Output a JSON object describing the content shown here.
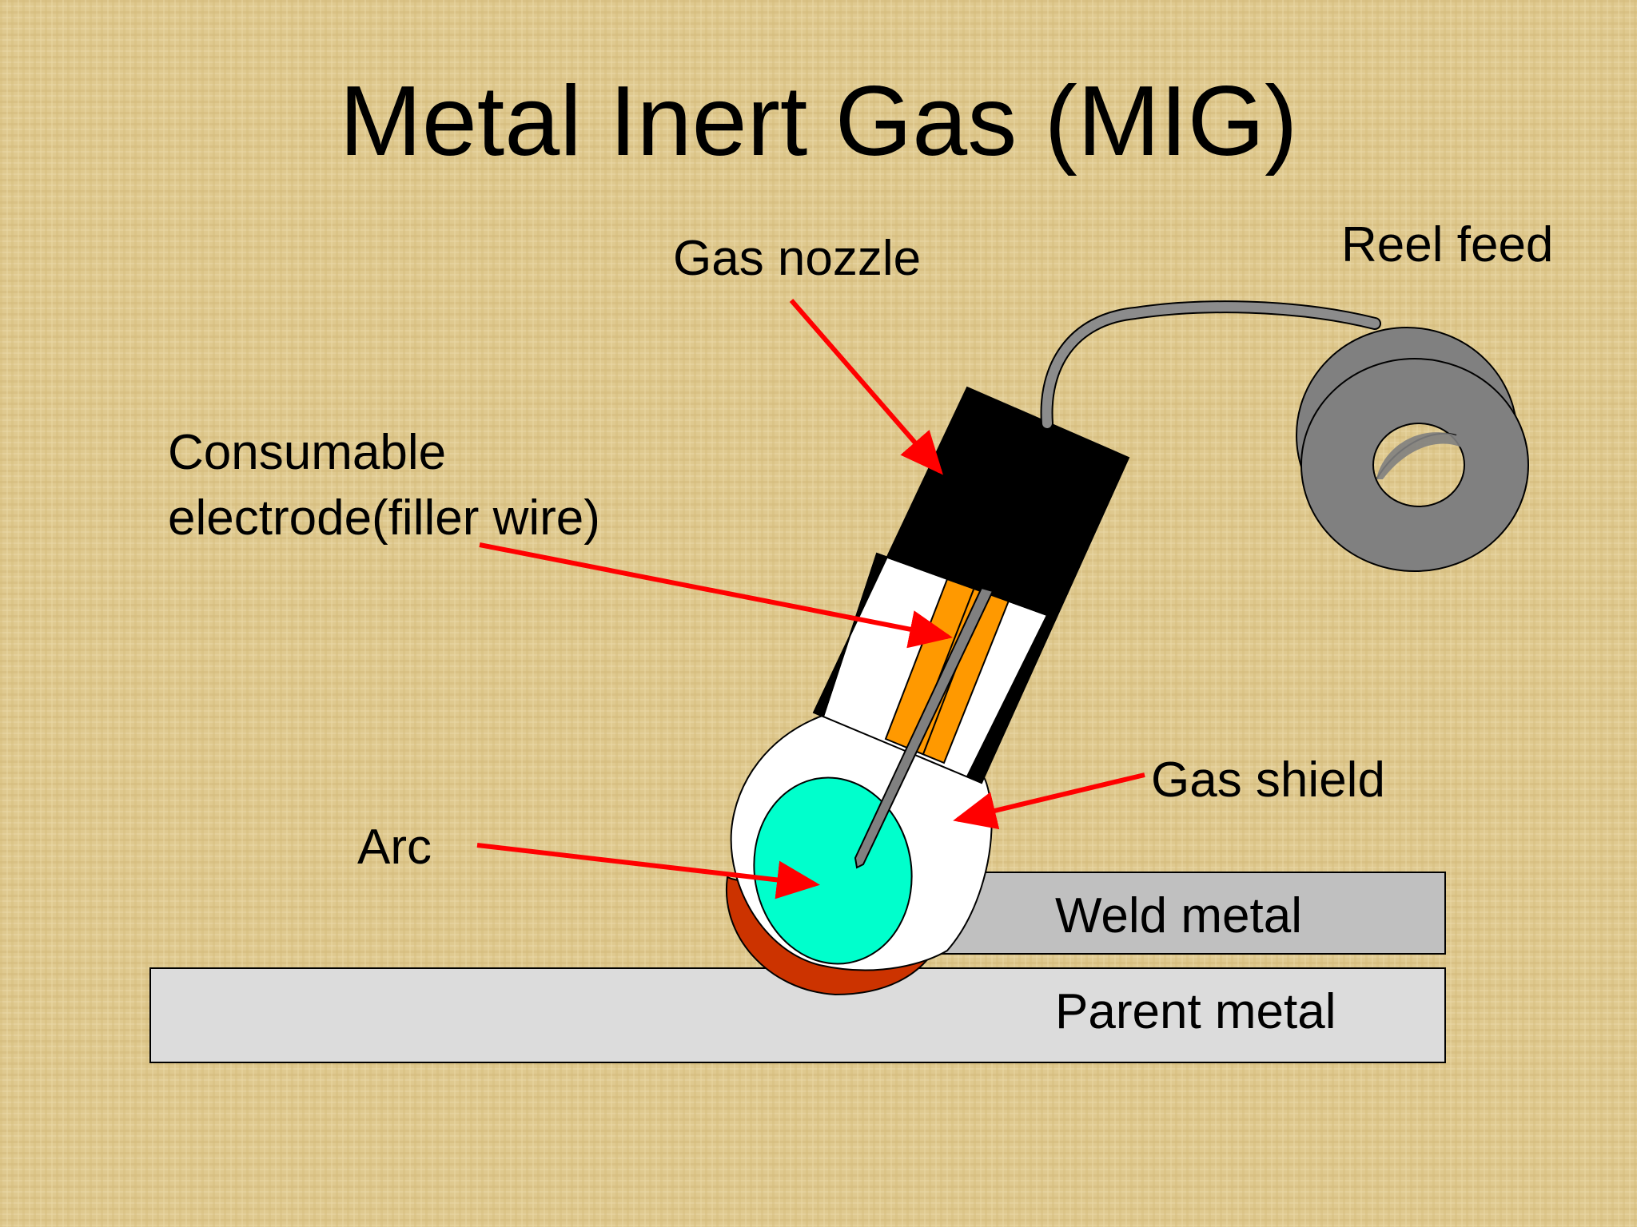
{
  "title": "Metal Inert Gas (MIG)",
  "labels": {
    "gas_nozzle": "Gas nozzle",
    "reel_feed": "Reel feed",
    "electrode_line1": "Consumable",
    "electrode_line2": "electrode(filler wire)",
    "gas_shield": "Gas shield",
    "arc": "Arc",
    "weld_metal": "Weld metal",
    "parent_metal": "Parent metal"
  },
  "colors": {
    "background": "#dfc98f",
    "nozzle": "#000000",
    "contact_tip": "#ff9900",
    "wire": "#808080",
    "arc": "#00ffcc",
    "weld_pool": "#cc3300",
    "weld_metal": "#c0c0c0",
    "parent_metal": "#dcdcdc",
    "arrow": "#ff0000",
    "reel": "#808080"
  }
}
